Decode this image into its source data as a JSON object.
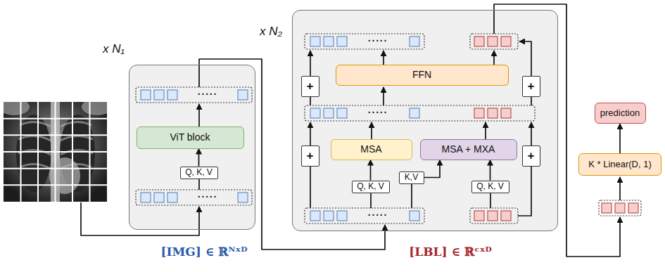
{
  "diagram": {
    "nodes": [
      {
        "text": [
          "x N₁"
        ]
      },
      {
        "text": [
          "ViT block"
        ],
        "in": 0
      },
      {
        "text": [
          "Q, K, V"
        ],
        "in": 0
      },
      {
        "text": [
          "x N₂"
        ]
      },
      {
        "text": [
          "+"
        ],
        "in": 3
      },
      {
        "text": [
          "FFN"
        ],
        "in": 3
      },
      {
        "text": [
          "+"
        ],
        "in": 3
      },
      {
        "text": [
          "+"
        ],
        "in": 3
      },
      {
        "text": [
          "MSA"
        ],
        "in": 3
      },
      {
        "text": [
          "MSA + MXA"
        ],
        "in": 3
      },
      {
        "text": [
          "+"
        ],
        "in": 3
      },
      {
        "text": [
          "Q, K, V"
        ],
        "in": 3
      },
      {
        "text": [
          "K,V"
        ],
        "in": 3
      },
      {
        "text": [
          "Q, K, V"
        ],
        "in": 3
      },
      {
        "text": [
          "prediction"
        ]
      },
      {
        "text": [
          "K * Linear(D, 1)"
        ]
      }
    ],
    "edges": [
      {
        "from": 2,
        "to": 1,
        "arrow": "to"
      },
      {
        "from": 11,
        "to": 8,
        "arrow": "to"
      },
      {
        "from": 12,
        "to": 9,
        "arrow": "to"
      },
      {
        "from": 13,
        "to": 9,
        "arrow": "to"
      },
      {
        "from": 15,
        "to": 14,
        "arrow": "to"
      }
    ],
    "labels": [
      "·····",
      "·····",
      "·····",
      "·····",
      "·····",
      "[IMG] ∈ ℝᴺˣᴰ",
      "[LBL] ∈ ℝᶜˣᴰ"
    ]
  }
}
